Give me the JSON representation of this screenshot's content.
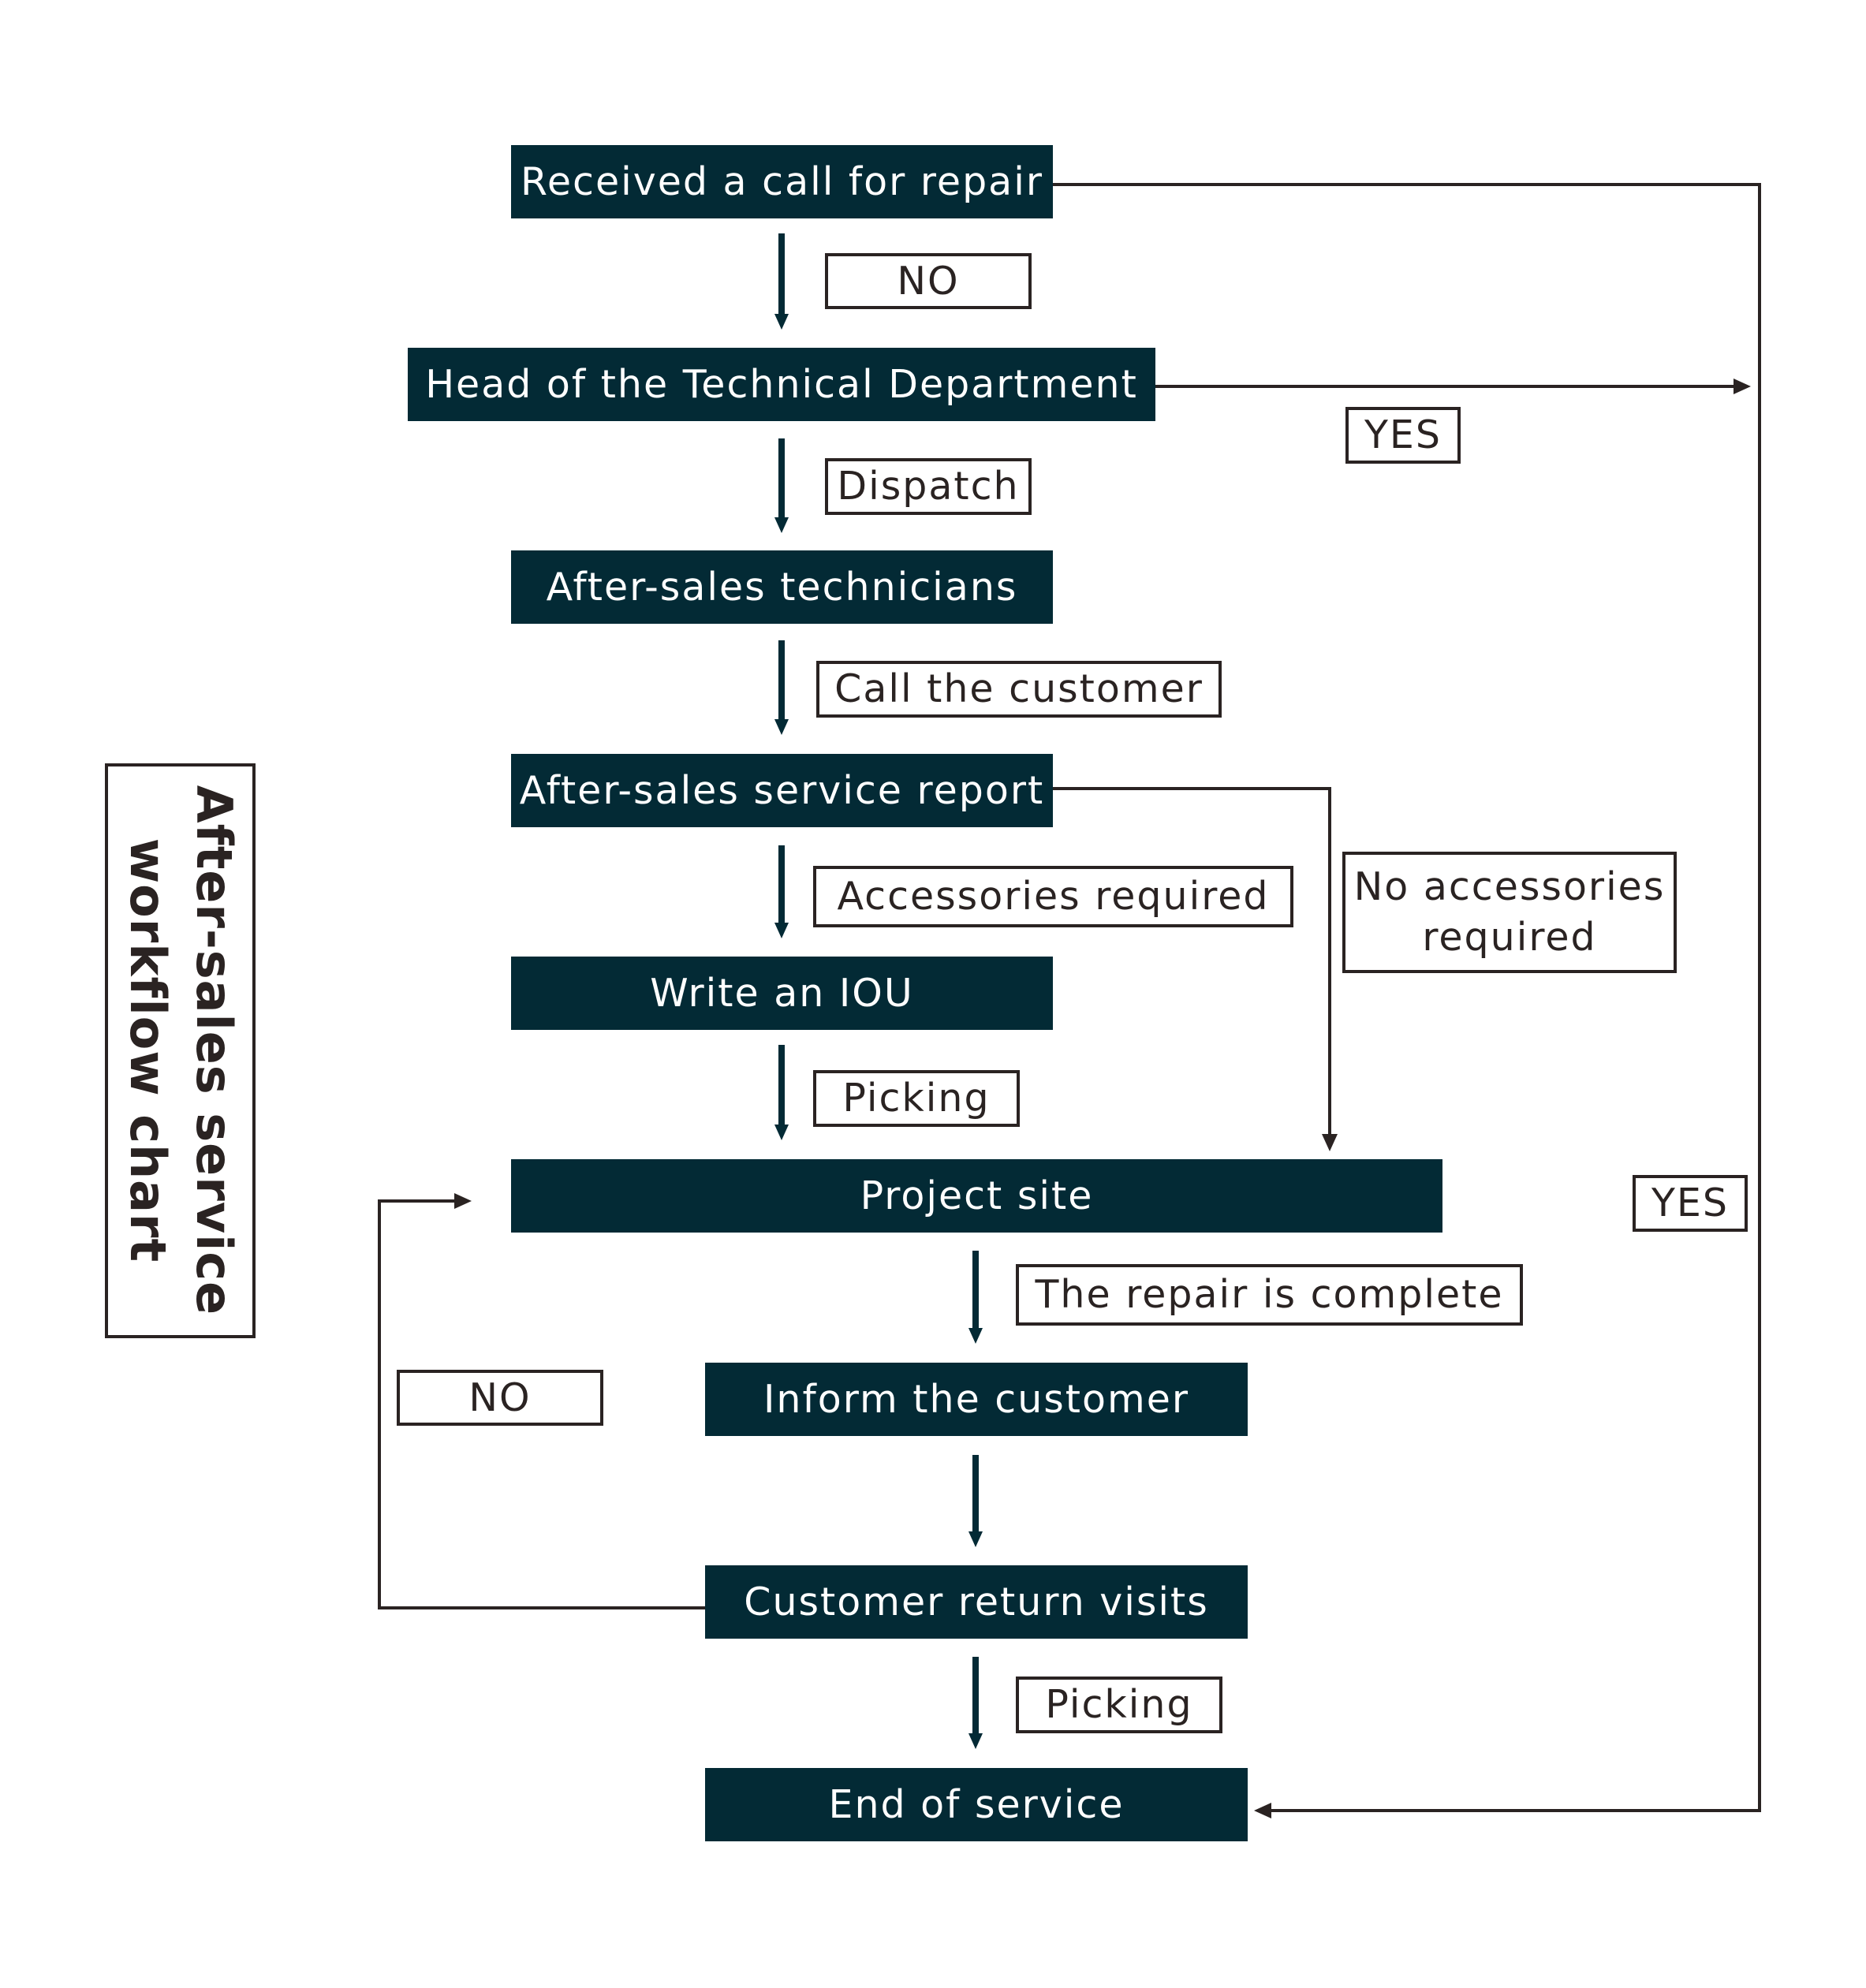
{
  "title": {
    "line1": "After-sales service",
    "line2": "workflow chart"
  },
  "nodes": {
    "received_call": "Received a call for repair",
    "head_tech": "Head of the Technical Department",
    "technicians": "After-sales technicians",
    "service_report": "After-sales service report",
    "write_iou": "Write an IOU",
    "project_site": "Project site",
    "inform_customer": "Inform the customer",
    "return_visits": "Customer return visits",
    "end_service": "End of service"
  },
  "edge_labels": {
    "no_top": "NO",
    "yes_right": "YES",
    "dispatch": "Dispatch",
    "call_customer": "Call the customer",
    "accessories_required": "Accessories required",
    "no_accessories": "No accessories required",
    "picking_1": "Picking",
    "yes_far_right": "YES",
    "repair_complete": "The repair is complete",
    "no_left": "NO",
    "picking_2": "Picking"
  },
  "colors": {
    "node_fill": "#032a35",
    "node_text": "#ffffff",
    "line": "#2a2322",
    "arrow": "#032a35"
  }
}
